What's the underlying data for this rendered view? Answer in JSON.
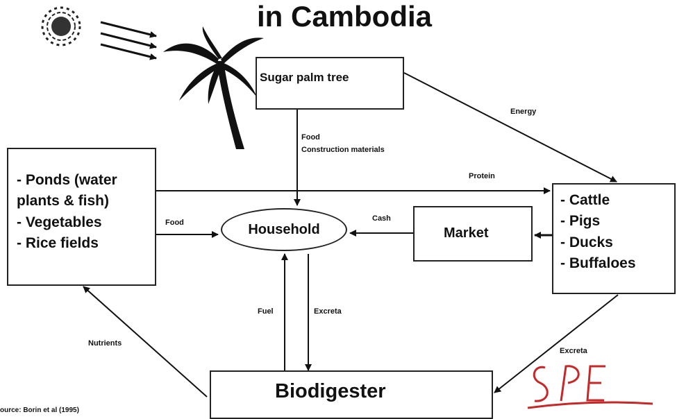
{
  "title": "in Cambodia",
  "nodes": {
    "sugar_palm": "Sugar palm tree",
    "household": "Household",
    "market": "Market",
    "biodigester": "Biodigester",
    "crops": [
      "- Ponds (water",
      "plants & fish)",
      "- Vegetables",
      "- Rice fields"
    ],
    "livestock": [
      "- Cattle",
      "- Pigs",
      "- Ducks",
      "- Buffaloes"
    ]
  },
  "edges": {
    "energy": "Energy",
    "food_construction": [
      "Food",
      "Construction materials"
    ],
    "protein": "Protein",
    "food": "Food",
    "cash": "Cash",
    "fuel": "Fuel",
    "excreta_household": "Excreta",
    "nutrients": "Nutrients",
    "excreta_livestock": "Excreta"
  },
  "source": "ource: Borin et al (1995)",
  "stamp": "SPE",
  "icons": [
    "sun-icon",
    "palm-tree-icon"
  ]
}
